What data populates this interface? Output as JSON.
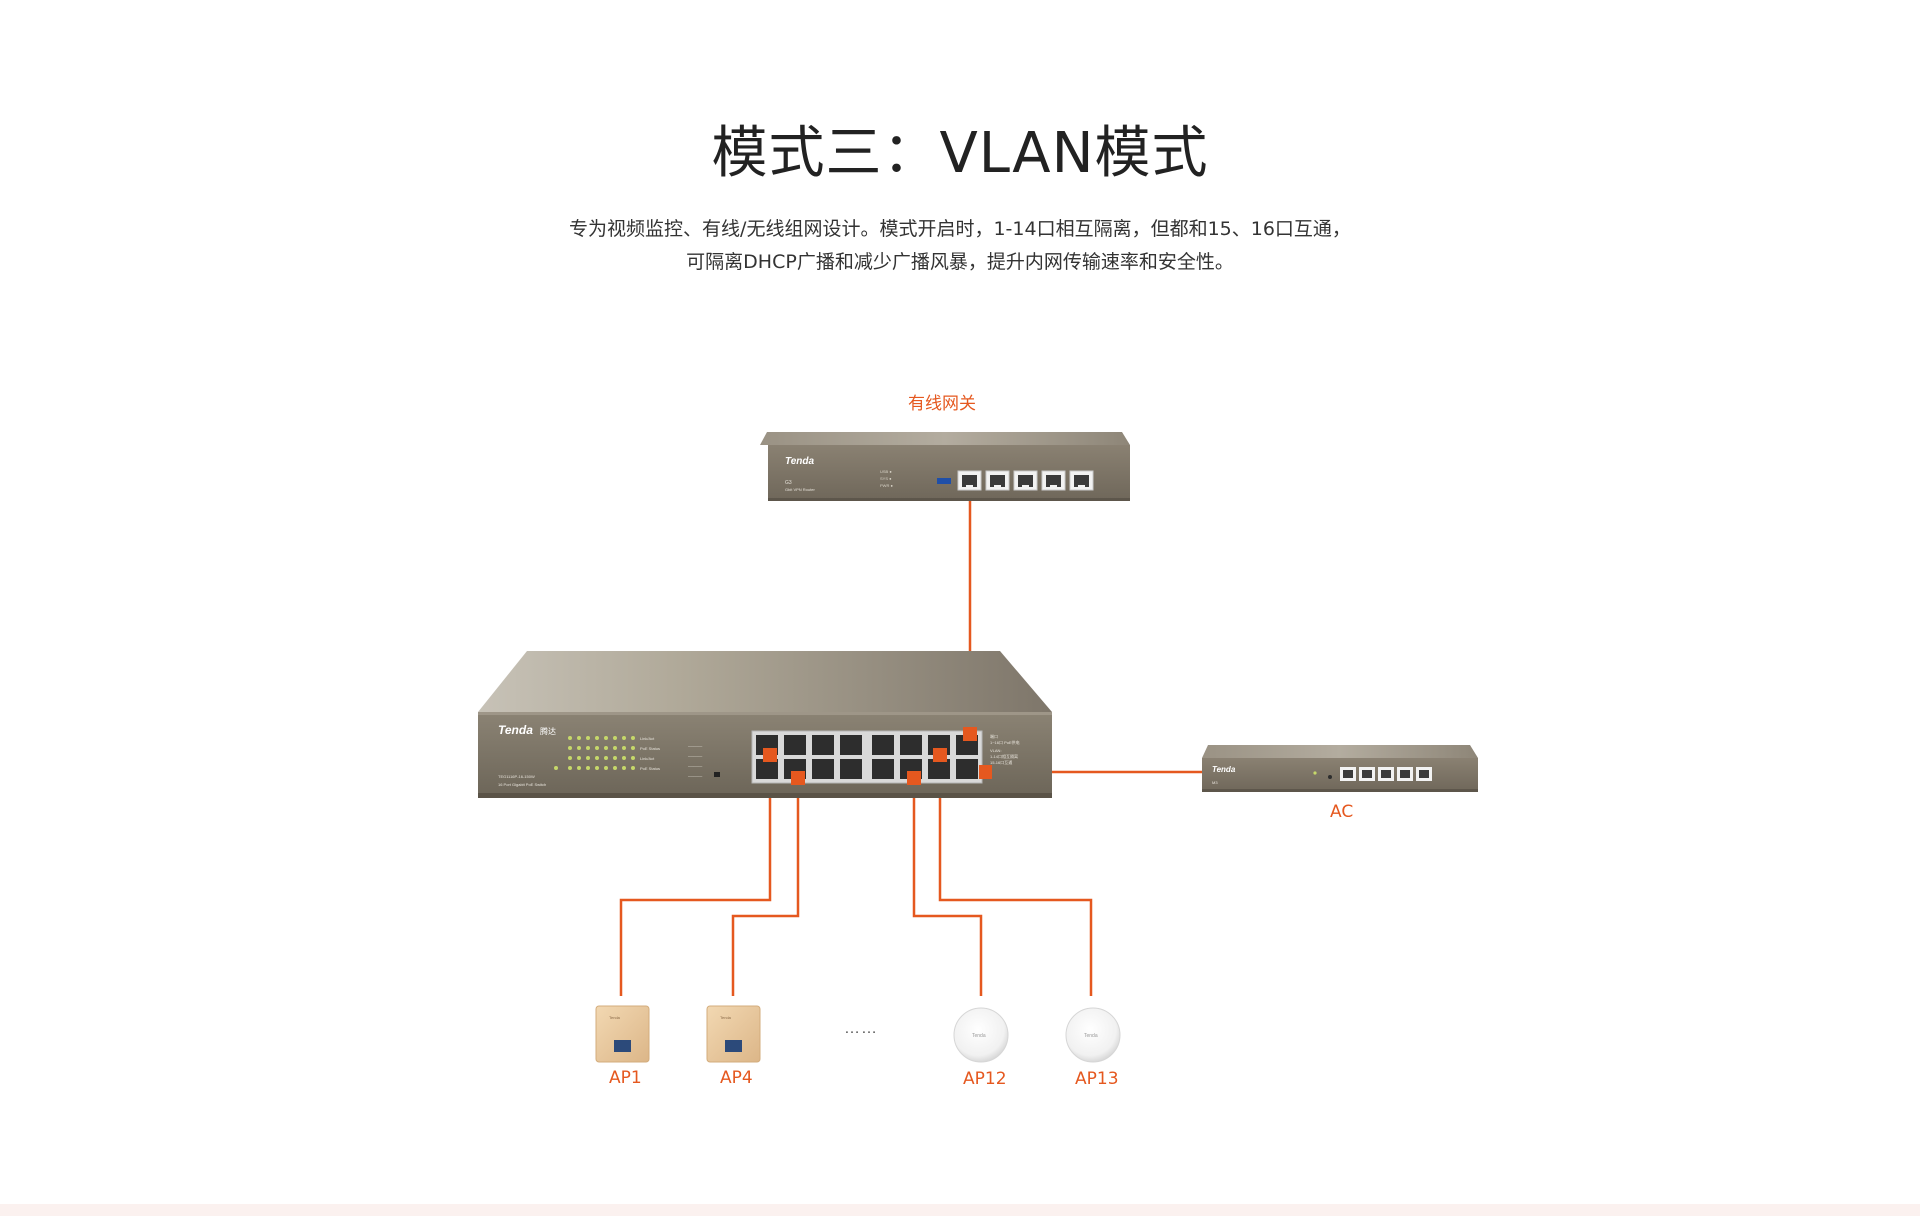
{
  "title": "模式三：VLAN模式",
  "description": {
    "line1": "专为视频监控、有线/无线组网设计。模式开启时，1-14口相互隔离，但都和15、16口互通，",
    "line2": "可隔离DHCP广播和减少广播风暴，提升内网传输速率和安全性。"
  },
  "devices": {
    "gateway": {
      "label": "有线网关",
      "brand": "Tenda"
    },
    "switch": {
      "brand": "Tenda",
      "brand_cn": "腾达"
    },
    "ac": {
      "label": "AC",
      "brand": "Tenda"
    }
  },
  "access_points": [
    {
      "label": "AP1",
      "type": "panel"
    },
    {
      "label": "AP4",
      "type": "panel"
    },
    {
      "label": "AP12",
      "type": "ceiling"
    },
    {
      "label": "AP13",
      "type": "ceiling"
    }
  ],
  "ellipsis": "……",
  "colors": {
    "accent": "#e5581f",
    "device_body": "#7d7466",
    "panel_ap": "#e8c9a1"
  }
}
